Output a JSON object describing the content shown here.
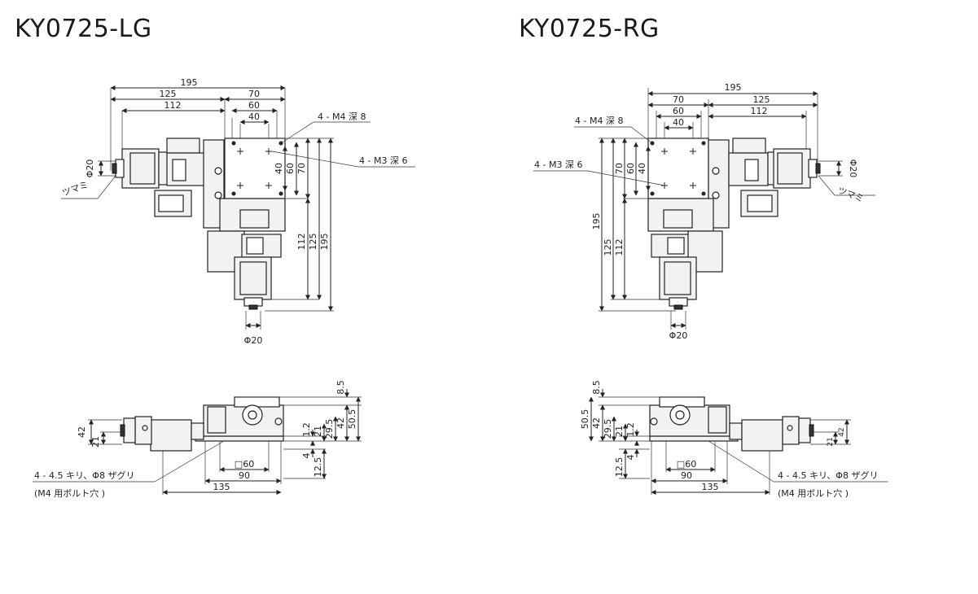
{
  "titles": {
    "left": "KY0725-LG",
    "right": "KY0725-RG"
  },
  "left_top": {
    "dims_h": [
      "195",
      "125",
      "70",
      "112",
      "60",
      "40"
    ],
    "dims_v": [
      "70",
      "60",
      "40",
      "112",
      "125",
      "195"
    ],
    "phi_knob": "Φ20",
    "phi_bottom": "Φ20",
    "knob_label": "ツマミ",
    "note_m4": "4 - M4 深 8",
    "note_m3": "4 - M3 深 6"
  },
  "right_top": {
    "dims_h": [
      "195",
      "70",
      "125",
      "60",
      "112",
      "40"
    ],
    "dims_v": [
      "70",
      "60",
      "40",
      "195",
      "125",
      "112"
    ],
    "phi_knob": "Φ20",
    "phi_bottom": "Φ20",
    "knob_label": "ツマミ",
    "note_m4": "4 - M4 深 8",
    "note_m3": "4 - M3 深 6"
  },
  "left_side": {
    "dims_v_right": [
      "8.5",
      "1.2",
      "21",
      "29.5",
      "42",
      "50.5",
      "4",
      "12.5"
    ],
    "dims_v_left": [
      "42",
      "21"
    ],
    "dims_h": [
      "□60",
      "90",
      "135"
    ],
    "note_hole": "4 - 4.5 キリ、Φ8 ザグリ",
    "note_bolt": "(M4 用ボルト穴 )"
  },
  "right_side": {
    "dims_v_left": [
      "8.5",
      "50.5",
      "42",
      "29.5",
      "21",
      "1.2",
      "4",
      "12.5"
    ],
    "dims_v_right": [
      "42",
      "21"
    ],
    "dims_h": [
      "□60",
      "90",
      "135"
    ],
    "note_hole": "4 - 4.5 キリ、Φ8 ザグリ",
    "note_bolt": "(M4 用ボルト穴 )"
  }
}
